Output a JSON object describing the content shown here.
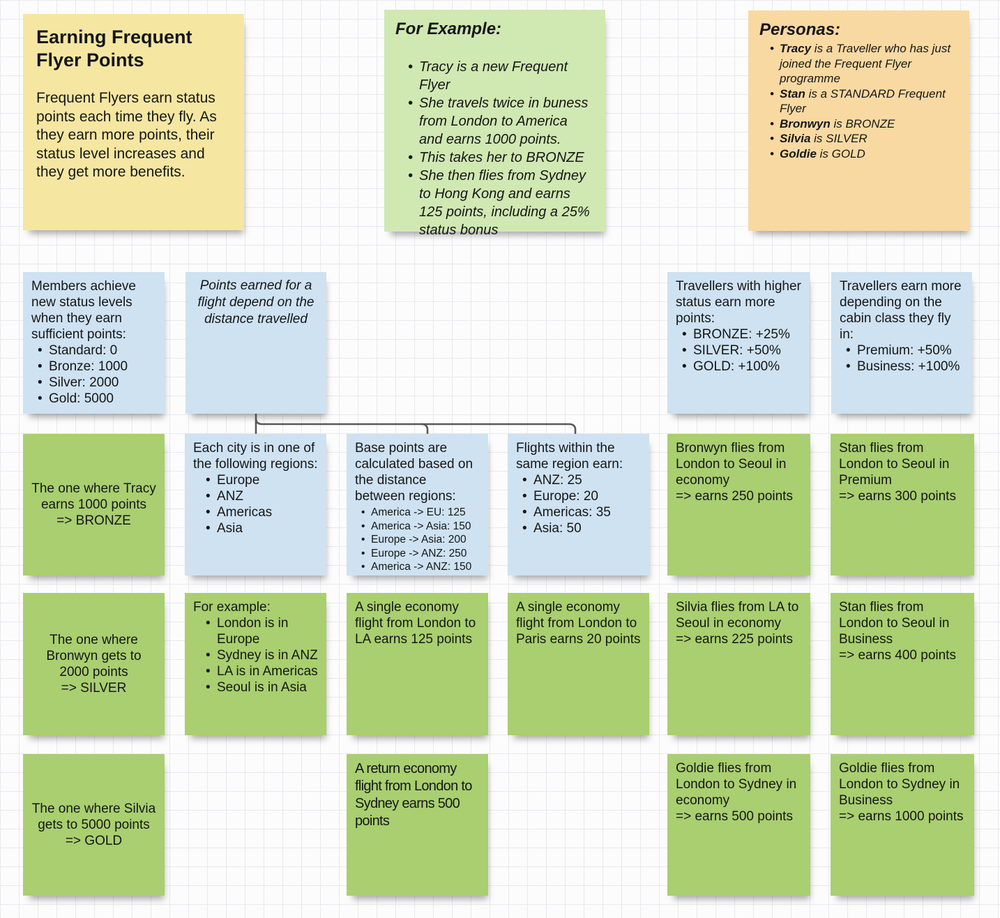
{
  "colors": {
    "yellow": "#F5E7A2",
    "green_light": "#D0E8B2",
    "orange": "#F8D9A2",
    "blue": "#CEE2F2",
    "green": "#A9CF70",
    "connector": "#595959"
  },
  "notes": {
    "intro": {
      "title": "Earning Frequent Flyer Points",
      "body": "Frequent Flyers earn status points each time they fly. As they earn more points, their status level increases and they get more benefits."
    },
    "example": {
      "title": "For Example:",
      "bullets": [
        "Tracy is a new Frequent Flyer",
        "She travels twice in buness from London to America and earns 1000 points.",
        "This takes her to BRONZE",
        "She then flies from Sydney to Hong Kong and earns 125 points, including a  25% status bonus"
      ]
    },
    "personas": {
      "title": "Personas:",
      "bullets": [
        {
          "name": "Tracy",
          "rest": " is a Traveller who has just joined the Frequent Flyer programme"
        },
        {
          "name": "Stan",
          "rest": " is a STANDARD Frequent Flyer"
        },
        {
          "name": "Bronwyn",
          "rest": " is BRONZE"
        },
        {
          "name": "Silvia",
          "rest": " is SILVER"
        },
        {
          "name": "Goldie",
          "rest": " is GOLD"
        }
      ]
    },
    "status_levels": {
      "intro": "Members achieve new status levels when they earn sufficient points:",
      "bullets": [
        "Standard: 0",
        "Bronze: 1000",
        "Silver: 2000",
        "Gold: 5000"
      ]
    },
    "distance_principle": {
      "text": "Points earned for a flight depend on the distance travelled"
    },
    "status_bonus": {
      "intro": "Travellers with higher status earn more points:",
      "bullets": [
        "BRONZE: +25%",
        "SILVER: +50%",
        "GOLD: +100%"
      ]
    },
    "cabin_bonus": {
      "intro": "Travellers earn more depending on the cabin class they fly in:",
      "bullets": [
        "Premium: +50%",
        "Business: +100%"
      ]
    },
    "story_tracy": {
      "text": "The one where Tracy earns 1000 points",
      "result": "=> BRONZE"
    },
    "regions": {
      "intro": "Each city is in one of the following regions:",
      "bullets": [
        "Europe",
        "ANZ",
        "Americas",
        "Asia"
      ]
    },
    "base_points": {
      "intro": "Base points are calculated based on the distance between regions:",
      "bullets": [
        "America -> EU: 125",
        "America -> Asia: 150",
        "Europe -> Asia: 200",
        "Europe -> ANZ: 250",
        "America -> ANZ: 150"
      ]
    },
    "same_region": {
      "intro": "Flights within the same region earn:",
      "bullets": [
        "ANZ: 25",
        "Europe: 20",
        "Americas: 35",
        "Asia: 50"
      ]
    },
    "bronwyn_economy": {
      "line1": "Bronwyn flies from London to Seoul in economy",
      "line2": "=> earns 250 points"
    },
    "stan_premium": {
      "line1": "Stan flies from London to Seoul in Premium",
      "line2": "=> earns 300 points"
    },
    "story_bronwyn": {
      "text": "The one where Bronwyn gets to 2000 points",
      "result": "=> SILVER"
    },
    "city_examples": {
      "intro": "For example:",
      "bullets": [
        "London is in Europe",
        "Sydney is in ANZ",
        "LA is in Americas",
        "Seoul is in Asia"
      ]
    },
    "london_la": {
      "text": "A single economy flight from London to LA earns 125 points"
    },
    "london_paris": {
      "text": "A single economy flight from London to Paris earns 20 points"
    },
    "silvia_economy": {
      "line1": "Silvia flies from LA to Seoul in economy",
      "line2": "=> earns 225 points"
    },
    "stan_business": {
      "line1": "Stan flies from London to Seoul in Business",
      "line2": "=> earns 400 points"
    },
    "story_silvia": {
      "text": "The one where Silvia gets to 5000 points",
      "result": "=> GOLD"
    },
    "return_london_sydney": {
      "text": "A return economy flight from London to Sydney earns 500 points"
    },
    "goldie_economy": {
      "line1": "Goldie flies from London to Sydney in economy",
      "line2": "=> earns 500 points"
    },
    "goldie_business": {
      "line1": "Goldie flies from London to Sydney in Business",
      "line2": "=> earns 1000 points"
    }
  }
}
